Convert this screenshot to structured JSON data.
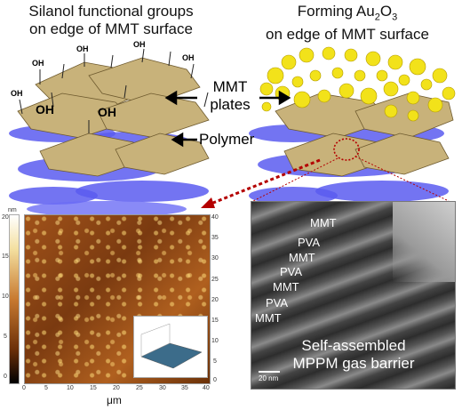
{
  "captions": {
    "left_top_line1": "Silanol functional groups",
    "left_top_line2": "on edge of MMT surface",
    "right_top_line1_pre": "Forming Au",
    "right_top_line1_sub1": "2",
    "right_top_line1_mid": "O",
    "right_top_line1_sub2": "3",
    "right_top_line2": "on edge of MMT surface"
  },
  "labels": {
    "mmt_plates_line1": "MMT",
    "mmt_plates_line2": "plates",
    "polymer": "Polymer",
    "oh": "OH"
  },
  "afm": {
    "xlabel": "μm",
    "z_unit": "nm",
    "x_ticks": [
      "0",
      "5",
      "10",
      "15",
      "20",
      "25",
      "30",
      "35",
      "40"
    ],
    "y_ticks": [
      "0",
      "5",
      "10",
      "15",
      "20",
      "25",
      "30",
      "35",
      "40"
    ],
    "colorbar_ticks": [
      "20",
      "15",
      "10",
      "5",
      "0"
    ]
  },
  "tem": {
    "layers": [
      "MMT",
      "PVA",
      "MMT",
      "PVA",
      "MMT",
      "PVA",
      "MMT"
    ],
    "caption_line1": "Self-assembled",
    "caption_line2": "MPPM gas barrier",
    "scale_label": "20 nm"
  },
  "colors": {
    "mmt_plate": "#c8b27a",
    "polymer": "#5a5cf0",
    "gold": "#f2e21a",
    "arrow_red": "#b40000"
  }
}
